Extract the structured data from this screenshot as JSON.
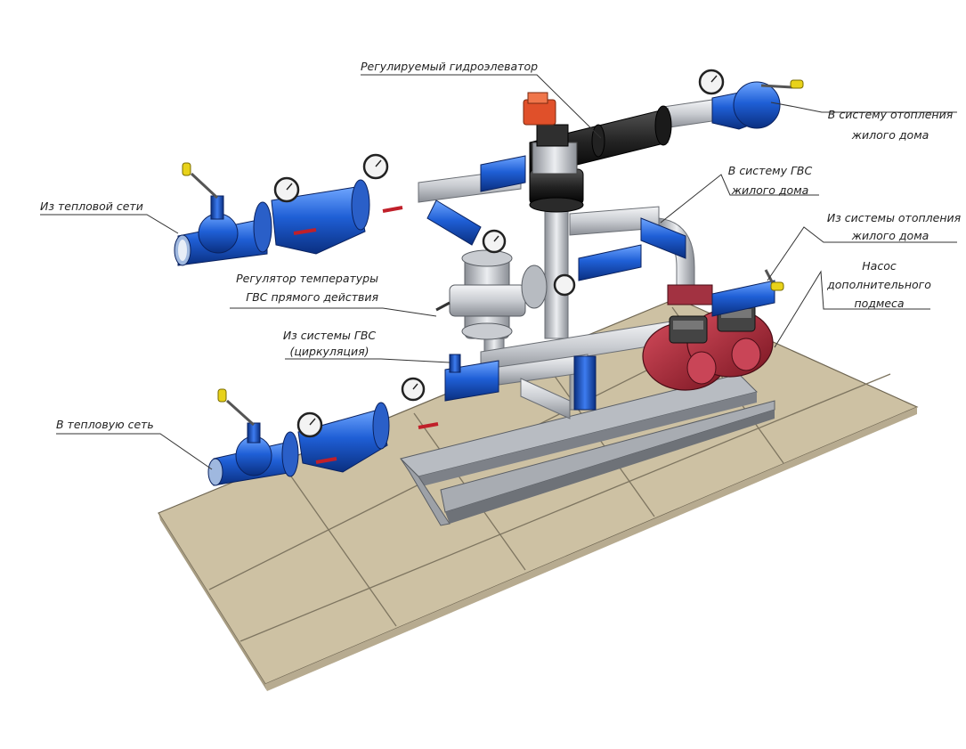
{
  "labels": {
    "elevator": "Регулируемый гидроэлеватор",
    "to_heating_l1": "В систему отопления",
    "to_heating_l2": "жилого дома",
    "from_network": "Из тепловой сети",
    "to_dhw_l1": "В систему ГВС",
    "to_dhw_l2": "жилого дома",
    "from_heating_l1": "Из системы отопления",
    "from_heating_l2": "жилого дома",
    "regulator_l1": "Регулятор температуры",
    "regulator_l2": "ГВС прямого действия",
    "pump_l1": "Насос",
    "pump_l2": "дополнительного",
    "pump_l3": "подмеса",
    "dhw_circ_l1": "Из системы ГВС",
    "dhw_circ_l2": "(циркуляция)",
    "to_network": "В тепловую сеть"
  },
  "colors": {
    "pipe_blue": "#1f5fd6",
    "pipe_grey": "#d5d8dc",
    "pump_red": "#b02a3a",
    "floor": "#cfc3a6",
    "handle_yellow": "#e8d21a",
    "actuator_orange": "#e0502a"
  }
}
